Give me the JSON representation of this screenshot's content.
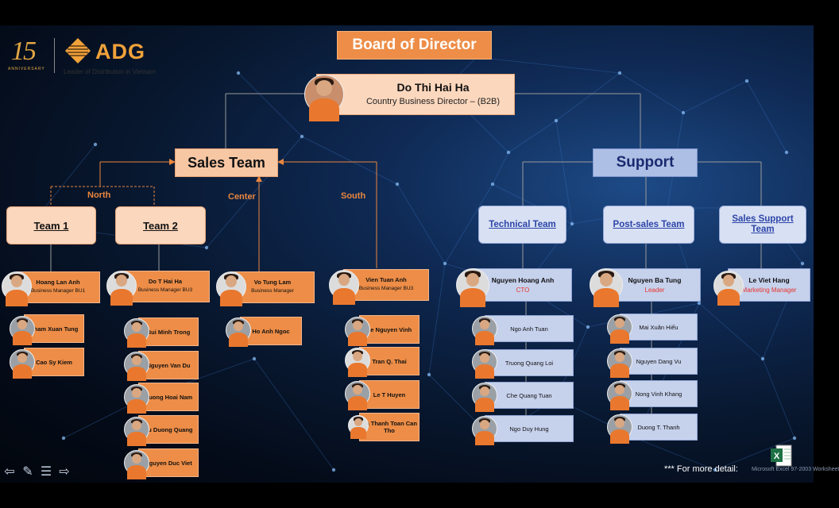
{
  "logo": {
    "anniversary_number": "15",
    "anniversary_text": "ANNIVERSARY",
    "brand": "ADG",
    "tagline": "Leader of Distribution in Vietnam"
  },
  "board": {
    "title": "Board of Director"
  },
  "director": {
    "name": "Do Thi Hai Ha",
    "role": "Country Business Director – (B2B)"
  },
  "sales_team": {
    "label": "Sales Team"
  },
  "support": {
    "label": "Support"
  },
  "regions": {
    "north": "North",
    "center": "Center",
    "south": "South"
  },
  "sales_teams": [
    {
      "label": "Team 1"
    },
    {
      "label": "Team 2"
    }
  ],
  "support_teams": [
    {
      "label": "Technical Team"
    },
    {
      "label": "Post-sales Team"
    },
    {
      "label": "Sales Support Team"
    }
  ],
  "sales_leads": [
    {
      "name": "Hoang Lan Anh",
      "role": "Business Manager BU1"
    },
    {
      "name": "Do T Hai Ha",
      "role": "Business Manager BU3"
    },
    {
      "name": "Vo Tung Lam",
      "role": "Business Manager"
    },
    {
      "name": "Vien Tuan Anh",
      "role": "Business Manager BU3"
    }
  ],
  "sales_members": {
    "team1": [
      "Pham Xuan Tung",
      "Cao Sy Kiem"
    ],
    "team2": [
      "Bui Minh Trong",
      "Nguyen Van Du",
      "Duong Hoai Nam",
      "Vu Duong Quang",
      "Nguyen Duc Viet"
    ],
    "center": [
      "Ho Anh Ngoc"
    ],
    "south": [
      "Le Nguyen Vinh",
      "Tran Q. Thai",
      "Le T Huyen",
      "Ha Thanh Toan Can Tho"
    ]
  },
  "support_leads": [
    {
      "name": "Nguyen Hoang Anh",
      "role": "CTO"
    },
    {
      "name": "Nguyen Ba Tung",
      "role": "Leader"
    },
    {
      "name": "Le Viet Hang",
      "role": "Marketing Manager"
    }
  ],
  "support_members": {
    "technical": [
      "Ngo Anh Tuan",
      "Truong Quang  Loi",
      "Che Quang Tuan",
      "Ngo Duy Hung"
    ],
    "post_sales": [
      "Mai Xuân Hiếu",
      "Nguyen Dang Vu",
      "Nong Vinh Khang",
      "Duong T. Thanh"
    ]
  },
  "footer": {
    "more_detail": "*** For more detail:",
    "excel_label": "Microsoft Excel 97-2003 Worksheet"
  },
  "colors": {
    "orange": "#ed8d47",
    "peach": "#fbd7bd",
    "blue_light": "#c6d1ec",
    "blue_text": "#2d45a8",
    "connector": "#9a9a9a"
  }
}
